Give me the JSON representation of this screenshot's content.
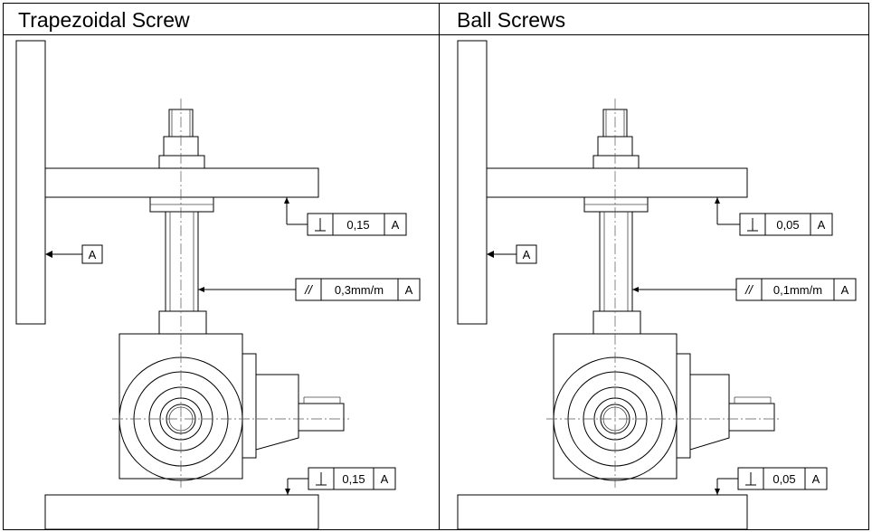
{
  "headers": {
    "left": "Trapezoidal Screw",
    "right": "Ball Screws"
  },
  "panels": [
    {
      "datum_label": "A",
      "perpendicularity_top": {
        "symbol": "⊥",
        "tolerance": "0,15",
        "datum": "A"
      },
      "parallelism": {
        "symbol": "//",
        "tolerance": "0,3mm/m",
        "datum": "A"
      },
      "perpendicularity_base": {
        "symbol": "⊥",
        "tolerance": "0,15",
        "datum": "A"
      }
    },
    {
      "datum_label": "A",
      "perpendicularity_top": {
        "symbol": "⊥",
        "tolerance": "0,05",
        "datum": "A"
      },
      "parallelism": {
        "symbol": "//",
        "tolerance": "0,1mm/m",
        "datum": "A"
      },
      "perpendicularity_base": {
        "symbol": "⊥",
        "tolerance": "0,05",
        "datum": "A"
      }
    }
  ]
}
